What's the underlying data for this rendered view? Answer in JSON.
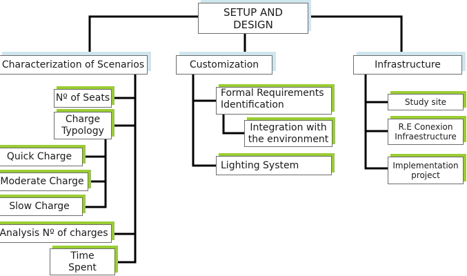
{
  "diagram": {
    "colors": {
      "connector": "#000000",
      "leaf_shadow": "#9acd32",
      "top_shadow": "#cfe6ef",
      "box_border": "#6b6b6b"
    },
    "root": {
      "label_line1": "SETUP AND",
      "label_line2": "DESIGN"
    },
    "scenarios": {
      "label": "Characterization of Scenarios",
      "seats": "Nº of Seats",
      "charge_typology_line1": "Charge",
      "charge_typology_line2": "Typology",
      "quick_charge": "Quick Charge",
      "moderate_charge": "Moderate Charge",
      "slow_charge": "Slow Charge",
      "analysis_charges": "Analysis Nº of charges",
      "time_spent_line1": "Time",
      "time_spent_line2": "Spent"
    },
    "customization": {
      "label": "Customization",
      "formal_requirements_line1": "Formal Requirements",
      "formal_requirements_line2": "Identification",
      "integration_line1": "Integration with",
      "integration_line2": "the environment",
      "lighting_system": "Lighting System"
    },
    "infrastructure": {
      "label": "Infrastructure",
      "study_site": "Study site",
      "re_conexion_line1": "R.E Conexion",
      "re_conexion_line2": "Infraestructure",
      "implementation_line1": "Implementation",
      "implementation_line2": "project"
    }
  }
}
